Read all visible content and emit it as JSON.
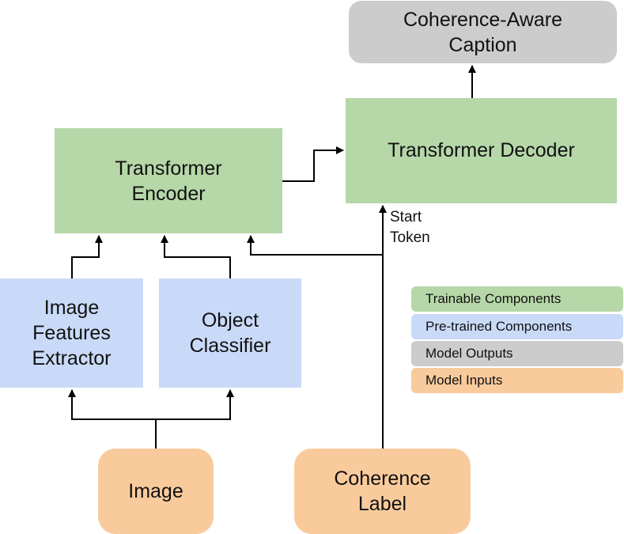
{
  "nodes": {
    "output": "Coherence-Aware\nCaption",
    "decoder": "Transformer Decoder",
    "encoder": "Transformer\nEncoder",
    "extractor": "Image\nFeatures\nExtractor",
    "classifier": "Object\nClassifier",
    "image": "Image",
    "coherence_label": "Coherence\nLabel"
  },
  "annotations": {
    "start_token": "Start\nToken"
  },
  "legend": [
    {
      "label": "Trainable Components",
      "color": "#b6d7a8"
    },
    {
      "label": "Pre-trained Components",
      "color": "#c9daf8"
    },
    {
      "label": "Model Outputs",
      "color": "#cccccc"
    },
    {
      "label": "Model Inputs",
      "color": "#f9cb9c"
    }
  ],
  "colors": {
    "trainable": "#b6d7a8",
    "pretrained": "#c9daf8",
    "outputs": "#cccccc",
    "inputs": "#f9cb9c",
    "arrow": "#000000"
  }
}
